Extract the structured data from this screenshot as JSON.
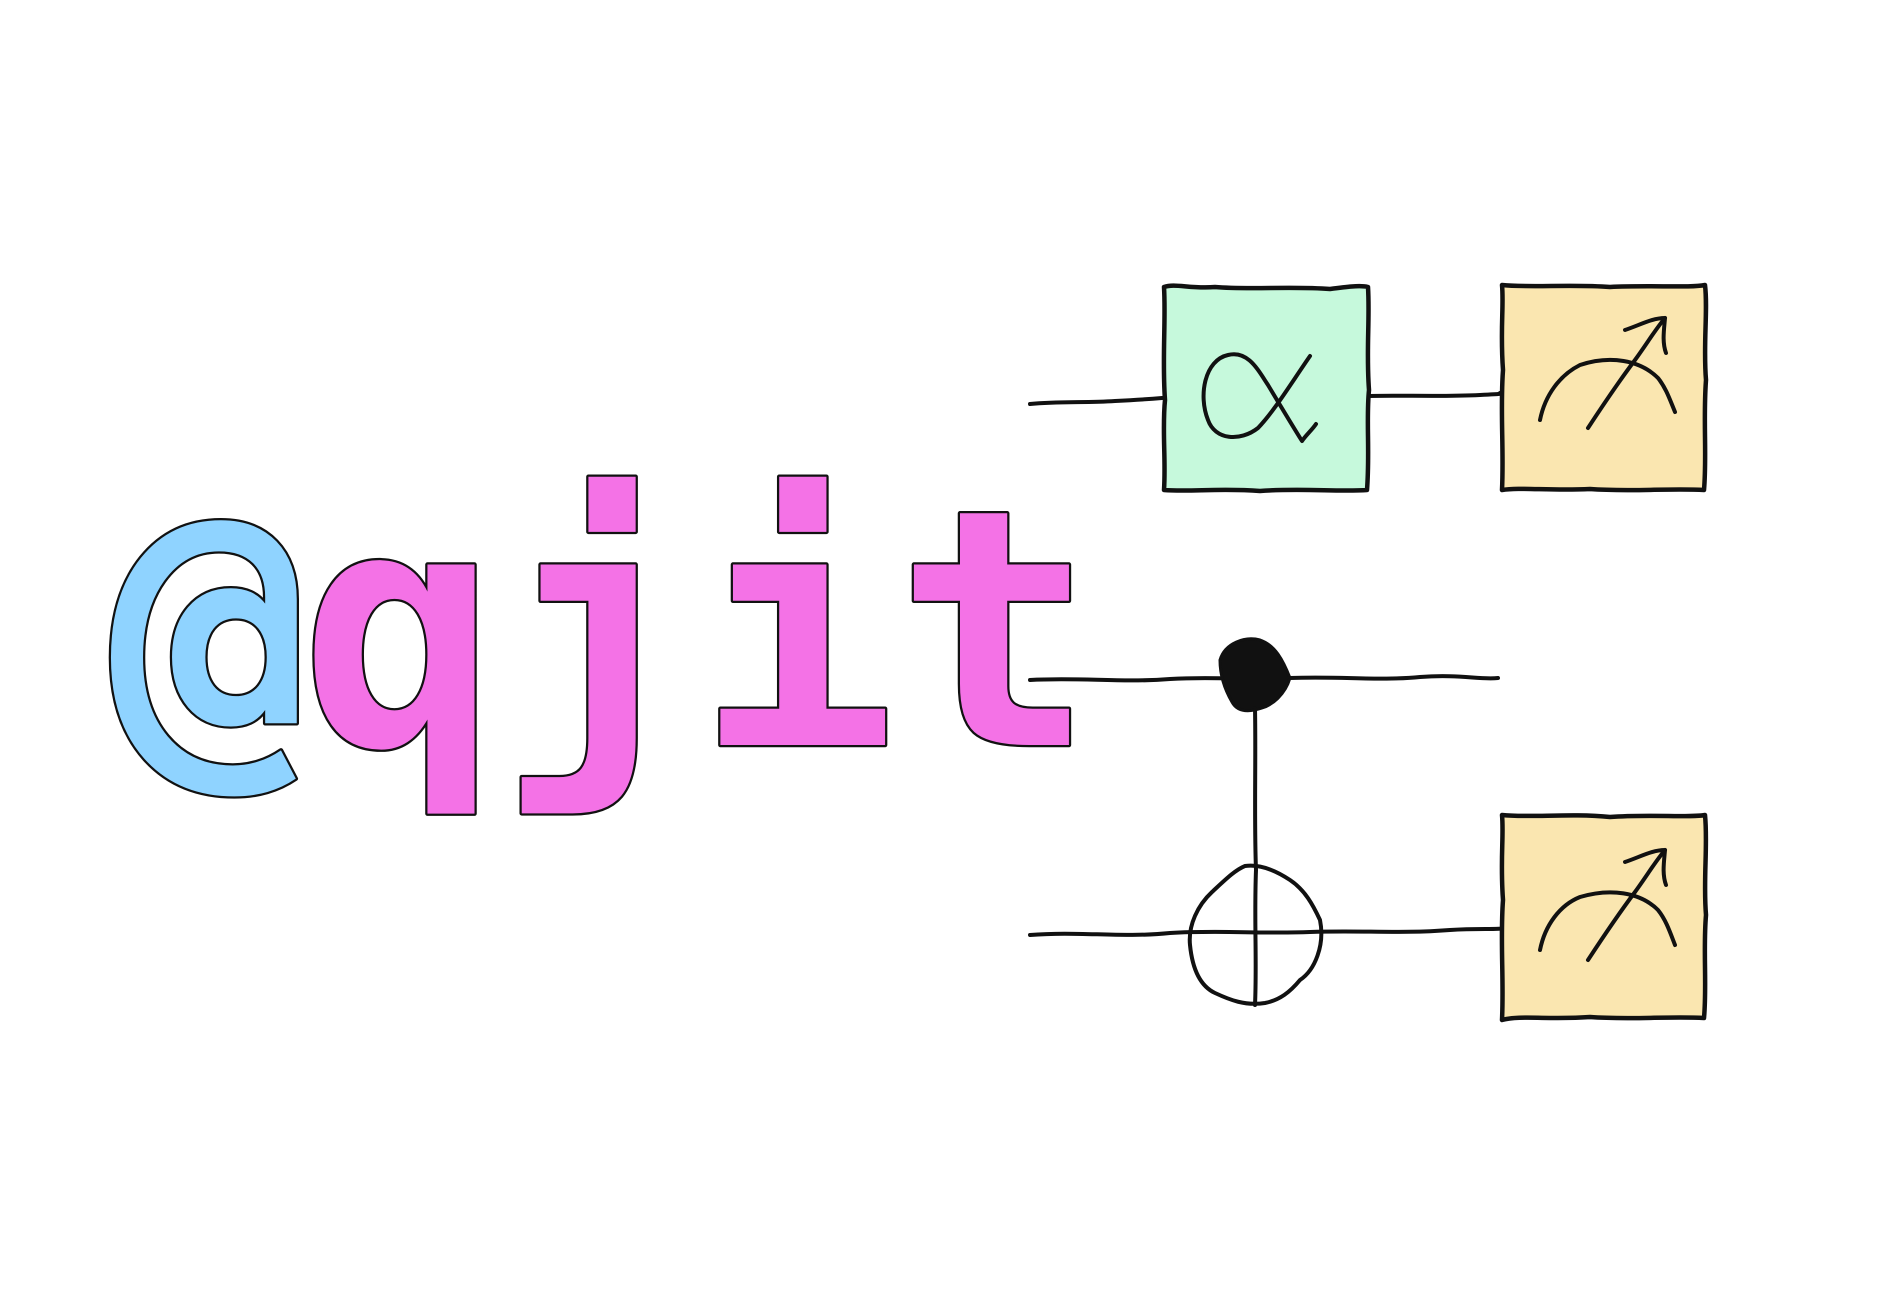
{
  "logo": {
    "at_symbol": "@",
    "word": "qjit"
  },
  "colors": {
    "at_fill": "#8fd3ff",
    "word_fill": "#f472e6",
    "rotation_gate_fill": "#c6f9dc",
    "measure_gate_fill": "#fae6b0",
    "ink": "#111111",
    "background": "#ffffff"
  },
  "circuit": {
    "wires": 3,
    "gates": [
      {
        "type": "rotation",
        "symbol": "α",
        "wire": 1
      },
      {
        "type": "measurement",
        "icon": "meter-icon",
        "wire": 1
      },
      {
        "type": "cnot",
        "control_wire": 2,
        "target_wire": 3
      },
      {
        "type": "measurement",
        "icon": "meter-icon",
        "wire": 3
      }
    ]
  }
}
